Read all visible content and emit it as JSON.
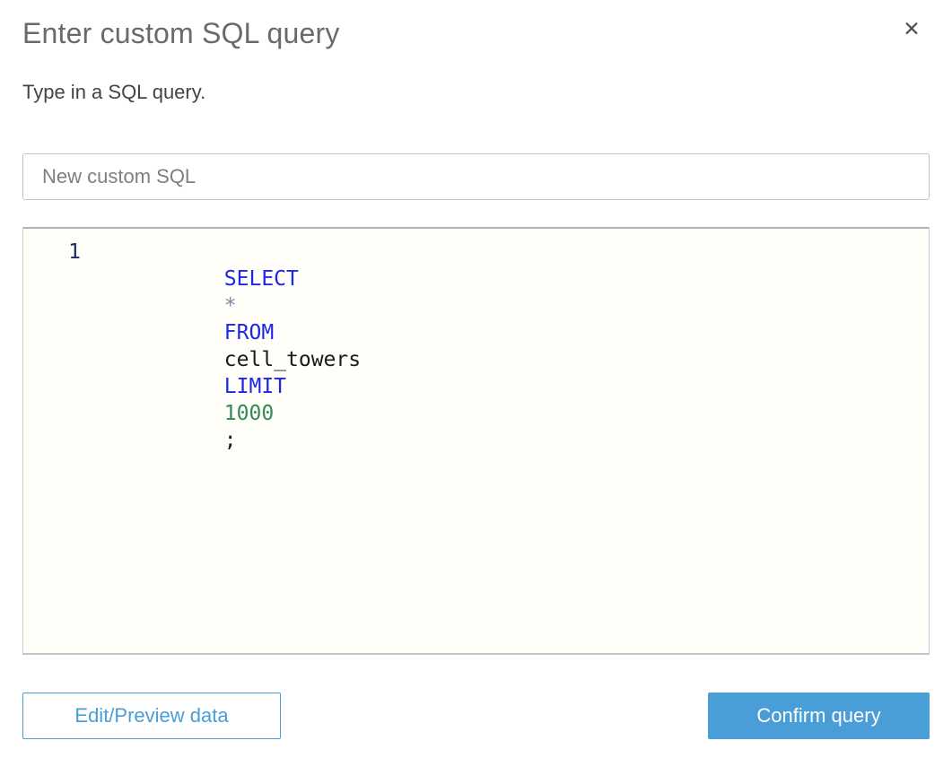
{
  "dialog": {
    "title": "Enter custom SQL query",
    "subtitle": "Type in a SQL query.",
    "close_icon": "✕"
  },
  "name_input": {
    "value": "New custom SQL"
  },
  "editor": {
    "line_number": "1",
    "query_text": "SELECT * FROM cell_towers LIMIT 1000;",
    "tokens": [
      {
        "text": "SELECT ",
        "type": "keyword"
      },
      {
        "text": "* ",
        "type": "operator"
      },
      {
        "text": "FROM ",
        "type": "keyword"
      },
      {
        "text": "cell_towers ",
        "type": "identifier"
      },
      {
        "text": "LIMIT ",
        "type": "keyword"
      },
      {
        "text": "1000",
        "type": "number"
      },
      {
        "text": ";",
        "type": "identifier"
      }
    ]
  },
  "footer": {
    "edit_preview_label": "Edit/Preview data",
    "confirm_label": "Confirm query"
  },
  "colors": {
    "accent_blue": "#4a9ed7",
    "keyword_blue": "#1e27e8",
    "number_green": "#338a57",
    "operator_gray": "#7c8ba6",
    "line_number_navy": "#1c2b70",
    "editor_background": "#fffef8",
    "title_gray": "#686a6d"
  }
}
